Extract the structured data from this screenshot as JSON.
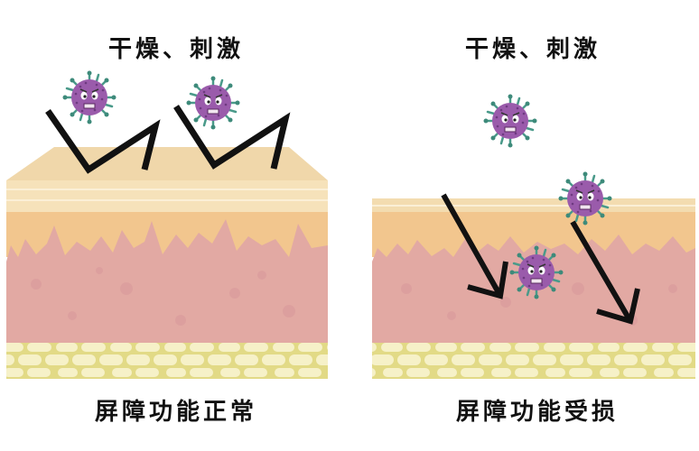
{
  "left_panel": {
    "top_label": "干燥、刺激",
    "bottom_label": "屏障功能正常",
    "state": "normal barrier — viruses deflected"
  },
  "right_panel": {
    "top_label": "干燥、刺激",
    "bottom_label": "屏障功能受损",
    "state": "damaged barrier — viruses penetrate"
  },
  "icons": [
    "virus-icon",
    "arrow-icon"
  ],
  "colors": {
    "stratum_top": "#f3dcb0",
    "stratum_lines": "#f8e8c8",
    "epidermis": "#f2c68e",
    "dermis": "#e3a9a4",
    "subcutis_bg": "#e6df8c",
    "fat_cell": "#f6f1c8",
    "virus_body": "#9a5bab",
    "virus_spike": "#4a9a8a",
    "arrow": "#111111"
  }
}
